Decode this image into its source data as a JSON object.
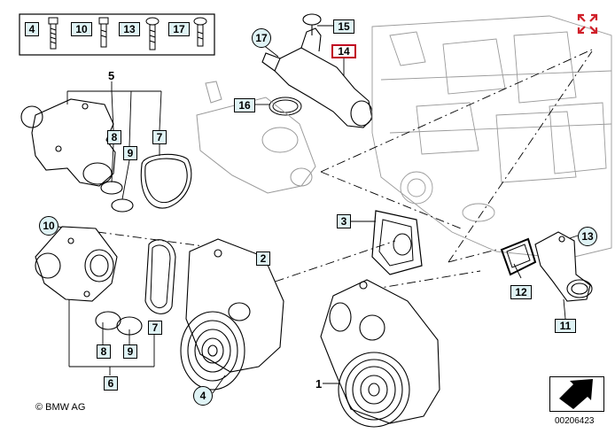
{
  "callouts": {
    "c4_top": "4",
    "c10_top": "10",
    "c13_top": "13",
    "c17_top": "17",
    "c15": "15",
    "c14": "14",
    "c17_circ": "17",
    "c16": "16",
    "c5": "5",
    "c8_top": "8",
    "c9_top": "9",
    "c7_top": "7",
    "c3": "3",
    "c10_circ": "10",
    "c2": "2",
    "c7_mid": "7",
    "c13_circ": "13",
    "c12": "12",
    "c11": "11",
    "c8_bot": "8",
    "c9_bot": "9",
    "c6": "6",
    "c4_circ": "4",
    "c1": "1"
  },
  "footer": {
    "copyright": "© BMW AG",
    "image_id": "00206423"
  },
  "icons": {
    "fullscreen": "expand-arrows-icon",
    "next": "next-arrow-icon"
  },
  "colors": {
    "callout_fill": "#dff3f5",
    "highlight_border": "#c00020",
    "expand_icon": "#d0202a"
  }
}
